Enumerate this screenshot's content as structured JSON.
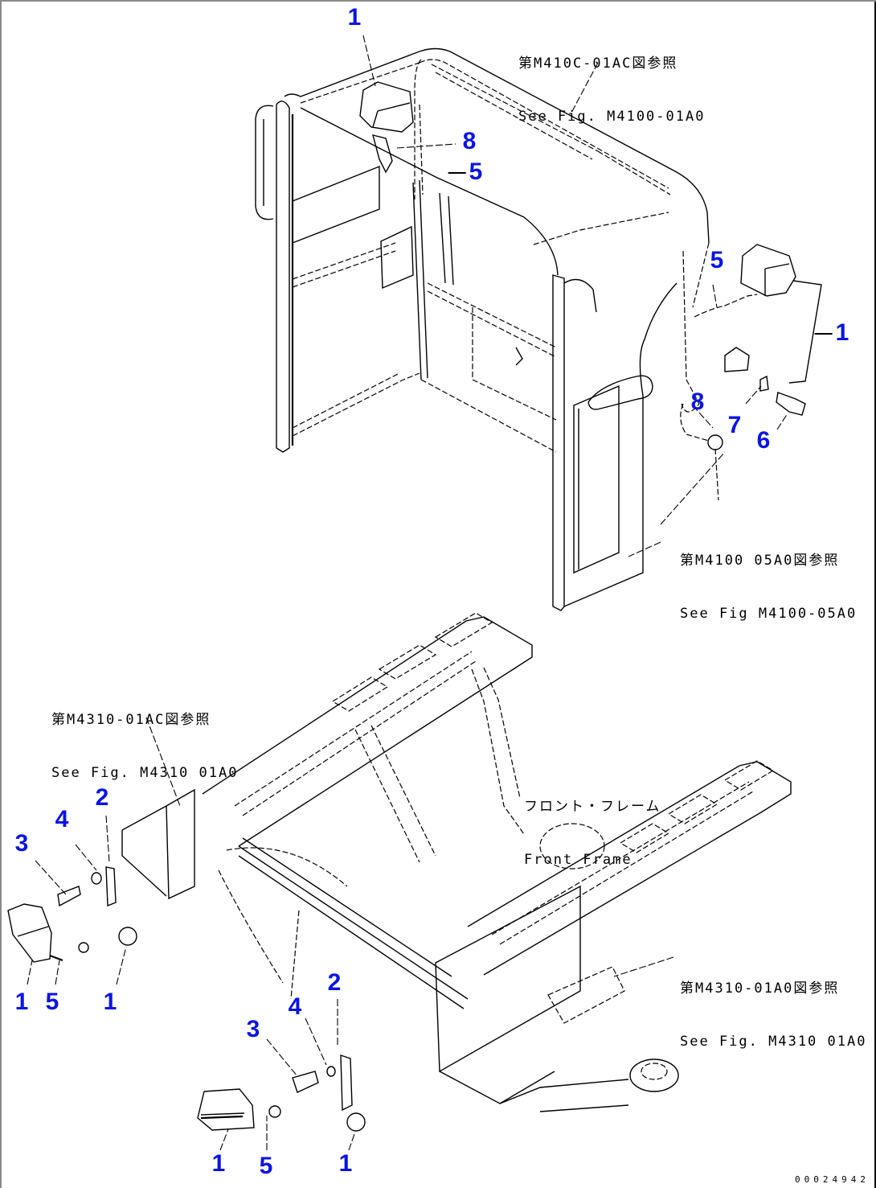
{
  "drawing": {
    "type": "exploded parts diagram",
    "subject": "Cab and front frame work lamp mounting",
    "callout_color": "#0a14e6",
    "callouts": [
      {
        "id": "c1",
        "label": "1",
        "part": 1,
        "area": "cab-top-left-lamp"
      },
      {
        "id": "c2",
        "label": "8",
        "part": 8,
        "area": "cab-top-left-bracket"
      },
      {
        "id": "c3",
        "label": "5",
        "part": 5,
        "area": "cab-top-left-harness"
      },
      {
        "id": "c4",
        "label": "5",
        "part": 5,
        "area": "cab-right-harness"
      },
      {
        "id": "c5",
        "label": "1",
        "part": 1,
        "area": "cab-right-lamp"
      },
      {
        "id": "c6",
        "label": "8",
        "part": 8,
        "area": "cab-right-bracket"
      },
      {
        "id": "c7",
        "label": "7",
        "part": 7,
        "area": "cab-right-washer"
      },
      {
        "id": "c8",
        "label": "6",
        "part": 6,
        "area": "cab-right-bolt"
      },
      {
        "id": "c9",
        "label": "2",
        "part": 2,
        "area": "frame-left-bracket"
      },
      {
        "id": "c10",
        "label": "4",
        "part": 4,
        "area": "frame-left-washer"
      },
      {
        "id": "c11",
        "label": "3",
        "part": 3,
        "area": "frame-left-bolt"
      },
      {
        "id": "c12",
        "label": "1",
        "part": 1,
        "area": "frame-left-lamp"
      },
      {
        "id": "c13",
        "label": "5",
        "part": 5,
        "area": "frame-left-harness"
      },
      {
        "id": "c14",
        "label": "1",
        "part": 1,
        "area": "frame-left-nut"
      },
      {
        "id": "c15",
        "label": "2",
        "part": 2,
        "area": "frame-lower-bracket"
      },
      {
        "id": "c16",
        "label": "4",
        "part": 4,
        "area": "frame-lower-washer"
      },
      {
        "id": "c17",
        "label": "3",
        "part": 3,
        "area": "frame-lower-bolt"
      },
      {
        "id": "c18",
        "label": "1",
        "part": 1,
        "area": "frame-lower-lamp"
      },
      {
        "id": "c19",
        "label": "5",
        "part": 5,
        "area": "frame-lower-harness"
      },
      {
        "id": "c20",
        "label": "1",
        "part": 1,
        "area": "frame-lower-nut"
      }
    ],
    "references": [
      {
        "id": "r1",
        "jp": "第M410C-01AC図参照",
        "en": "See Fig. M4100-01A0"
      },
      {
        "id": "r2",
        "jp": "第M4100 05A0図参照",
        "en": "See Fig M4100-05A0"
      },
      {
        "id": "r3",
        "jp": "第M4310-01AC図参照",
        "en": "See Fig. M4310 01A0"
      },
      {
        "id": "r4",
        "jp": "第M4310-01A0図参照",
        "en": "See Fig. M4310 01A0"
      }
    ],
    "component_label": {
      "jp": "フロント・フレーム",
      "en": "Front Frame"
    },
    "figure_id": "00024942"
  }
}
